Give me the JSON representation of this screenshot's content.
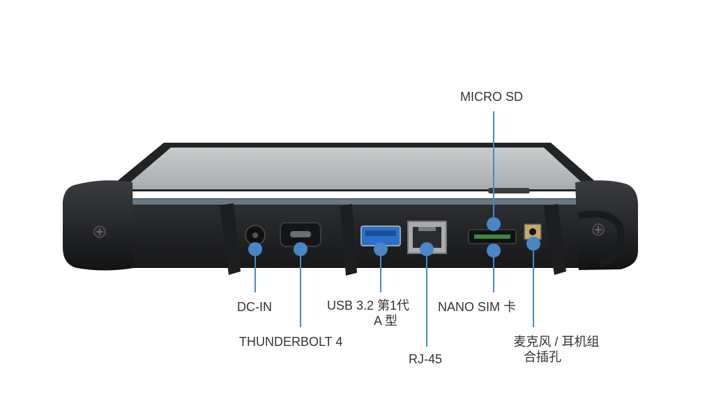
{
  "labels": {
    "micro_sd": "MICRO SD",
    "dc_in": "DC-IN",
    "thunderbolt": "THUNDERBOLT 4",
    "usb_line1": "USB 3.2 第1代",
    "usb_line2": "A 型",
    "nano_sim": "NANO SIM 卡",
    "rj45": "RJ-45",
    "audio_line1": "麦克风 / 耳机组",
    "audio_line2": "合插孔"
  },
  "colors": {
    "callout": "#4a86c5",
    "usb_port": "#2a6fc9",
    "label_text": "#333333",
    "bumper": "#1b1c1e",
    "screen": "#b9bbbc"
  }
}
